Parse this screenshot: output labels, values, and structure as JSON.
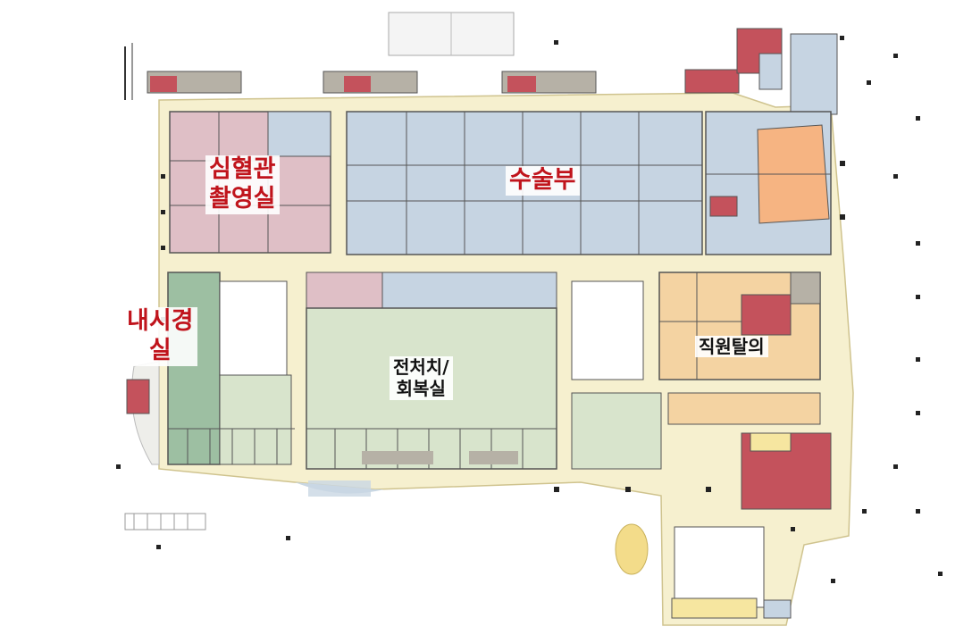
{
  "labels": {
    "cardio_angio": {
      "line1": "심혈관",
      "line2": "촬영실"
    },
    "surgery": "수술부",
    "endoscopy": {
      "line1": "내시경",
      "line2": "실"
    },
    "pre_recovery": {
      "line1": "전처치/",
      "line2": "회복실"
    },
    "staff_locker": "직원탈의"
  },
  "colors": {
    "corridor": "#f6f0cf",
    "surgery_blue": "#c6d4e2",
    "angio_pink": "#dfbfc6",
    "recovery_green": "#d8e4cc",
    "endoscopy_green": "#9dbfa2",
    "staff_orange": "#f4d3a2",
    "accent_orange": "#f6b482",
    "service_red": "#c4525c",
    "support_gray": "#b6b1a6",
    "wall": "#555555",
    "label_red": "#c0141c"
  },
  "icons": [
    "north-stair-icon",
    "wall-column-icon"
  ]
}
